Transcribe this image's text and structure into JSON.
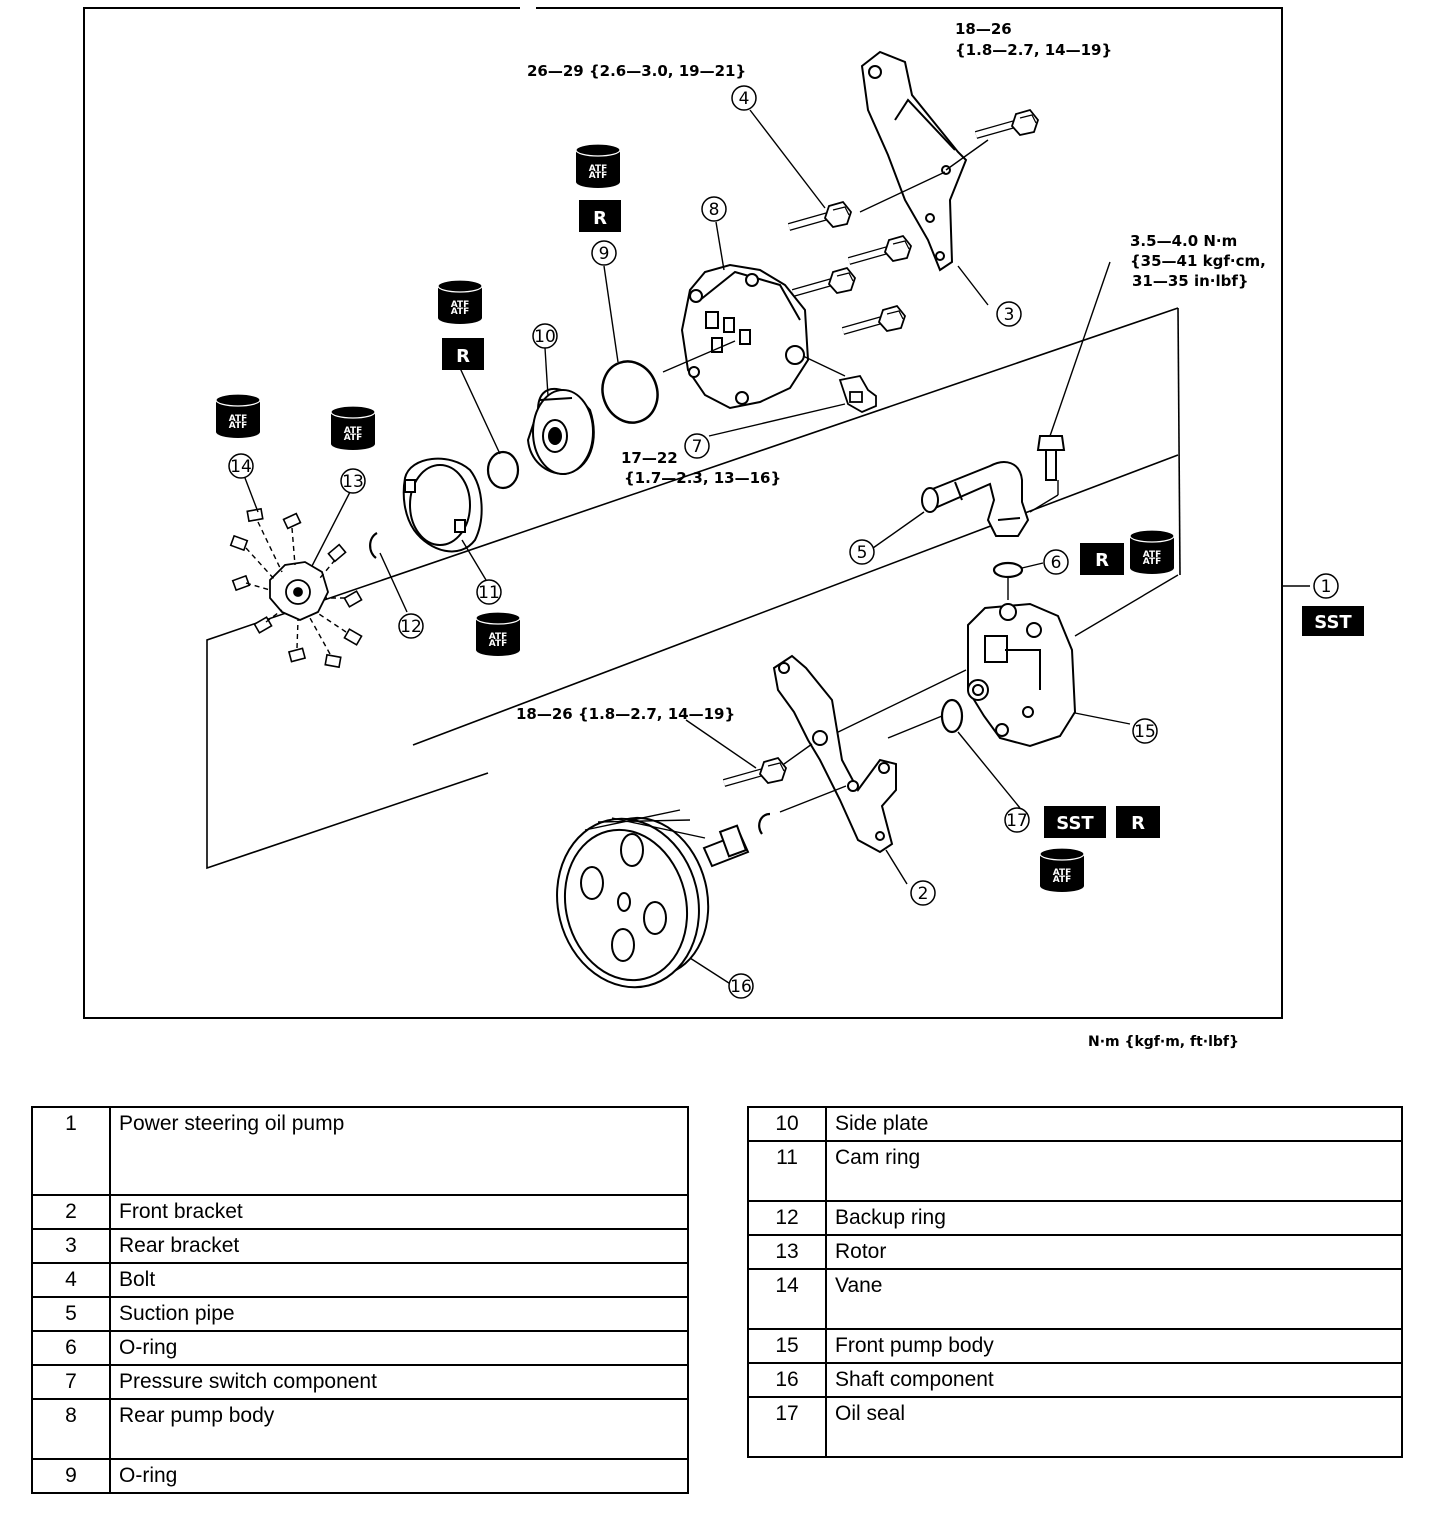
{
  "diagram": {
    "units_note": "N·m {kgf·m, ft·lbf}",
    "torque_specs": {
      "t4": "26—29 {2.6—3.0, 19—21}",
      "t3_line1": "18—26",
      "t3_line2": "{1.8—2.7, 14—19}",
      "t5_line1": "3.5—4.0 N·m",
      "t5_line2": "{35—41 kgf·cm,",
      "t5_line3": "31—35 in·lbf}",
      "t7_line1": "17—22",
      "t7_line2": "{1.7—2.3, 13—16}",
      "t2": "18—26 {1.8—2.7, 14—19}"
    },
    "badges": {
      "sst": "SST",
      "r": "R",
      "atf": "ATF"
    },
    "callouts": [
      "1",
      "2",
      "3",
      "4",
      "5",
      "6",
      "7",
      "8",
      "9",
      "10",
      "11",
      "12",
      "13",
      "14",
      "15",
      "16",
      "17"
    ]
  },
  "parts_left": [
    {
      "no": "1",
      "name": "Power steering oil pump"
    },
    {
      "no": "2",
      "name": "Front bracket"
    },
    {
      "no": "3",
      "name": "Rear bracket"
    },
    {
      "no": "4",
      "name": "Bolt"
    },
    {
      "no": "5",
      "name": "Suction pipe"
    },
    {
      "no": "6",
      "name": "O-ring"
    },
    {
      "no": "7",
      "name": "Pressure switch component"
    },
    {
      "no": "8",
      "name": "Rear pump body"
    },
    {
      "no": "9",
      "name": "O-ring"
    }
  ],
  "parts_right": [
    {
      "no": "10",
      "name": "Side plate"
    },
    {
      "no": "11",
      "name": "Cam ring"
    },
    {
      "no": "12",
      "name": "Backup ring"
    },
    {
      "no": "13",
      "name": "Rotor"
    },
    {
      "no": "14",
      "name": "Vane"
    },
    {
      "no": "15",
      "name": "Front pump body"
    },
    {
      "no": "16",
      "name": "Shaft component"
    },
    {
      "no": "17",
      "name": "Oil seal"
    }
  ]
}
